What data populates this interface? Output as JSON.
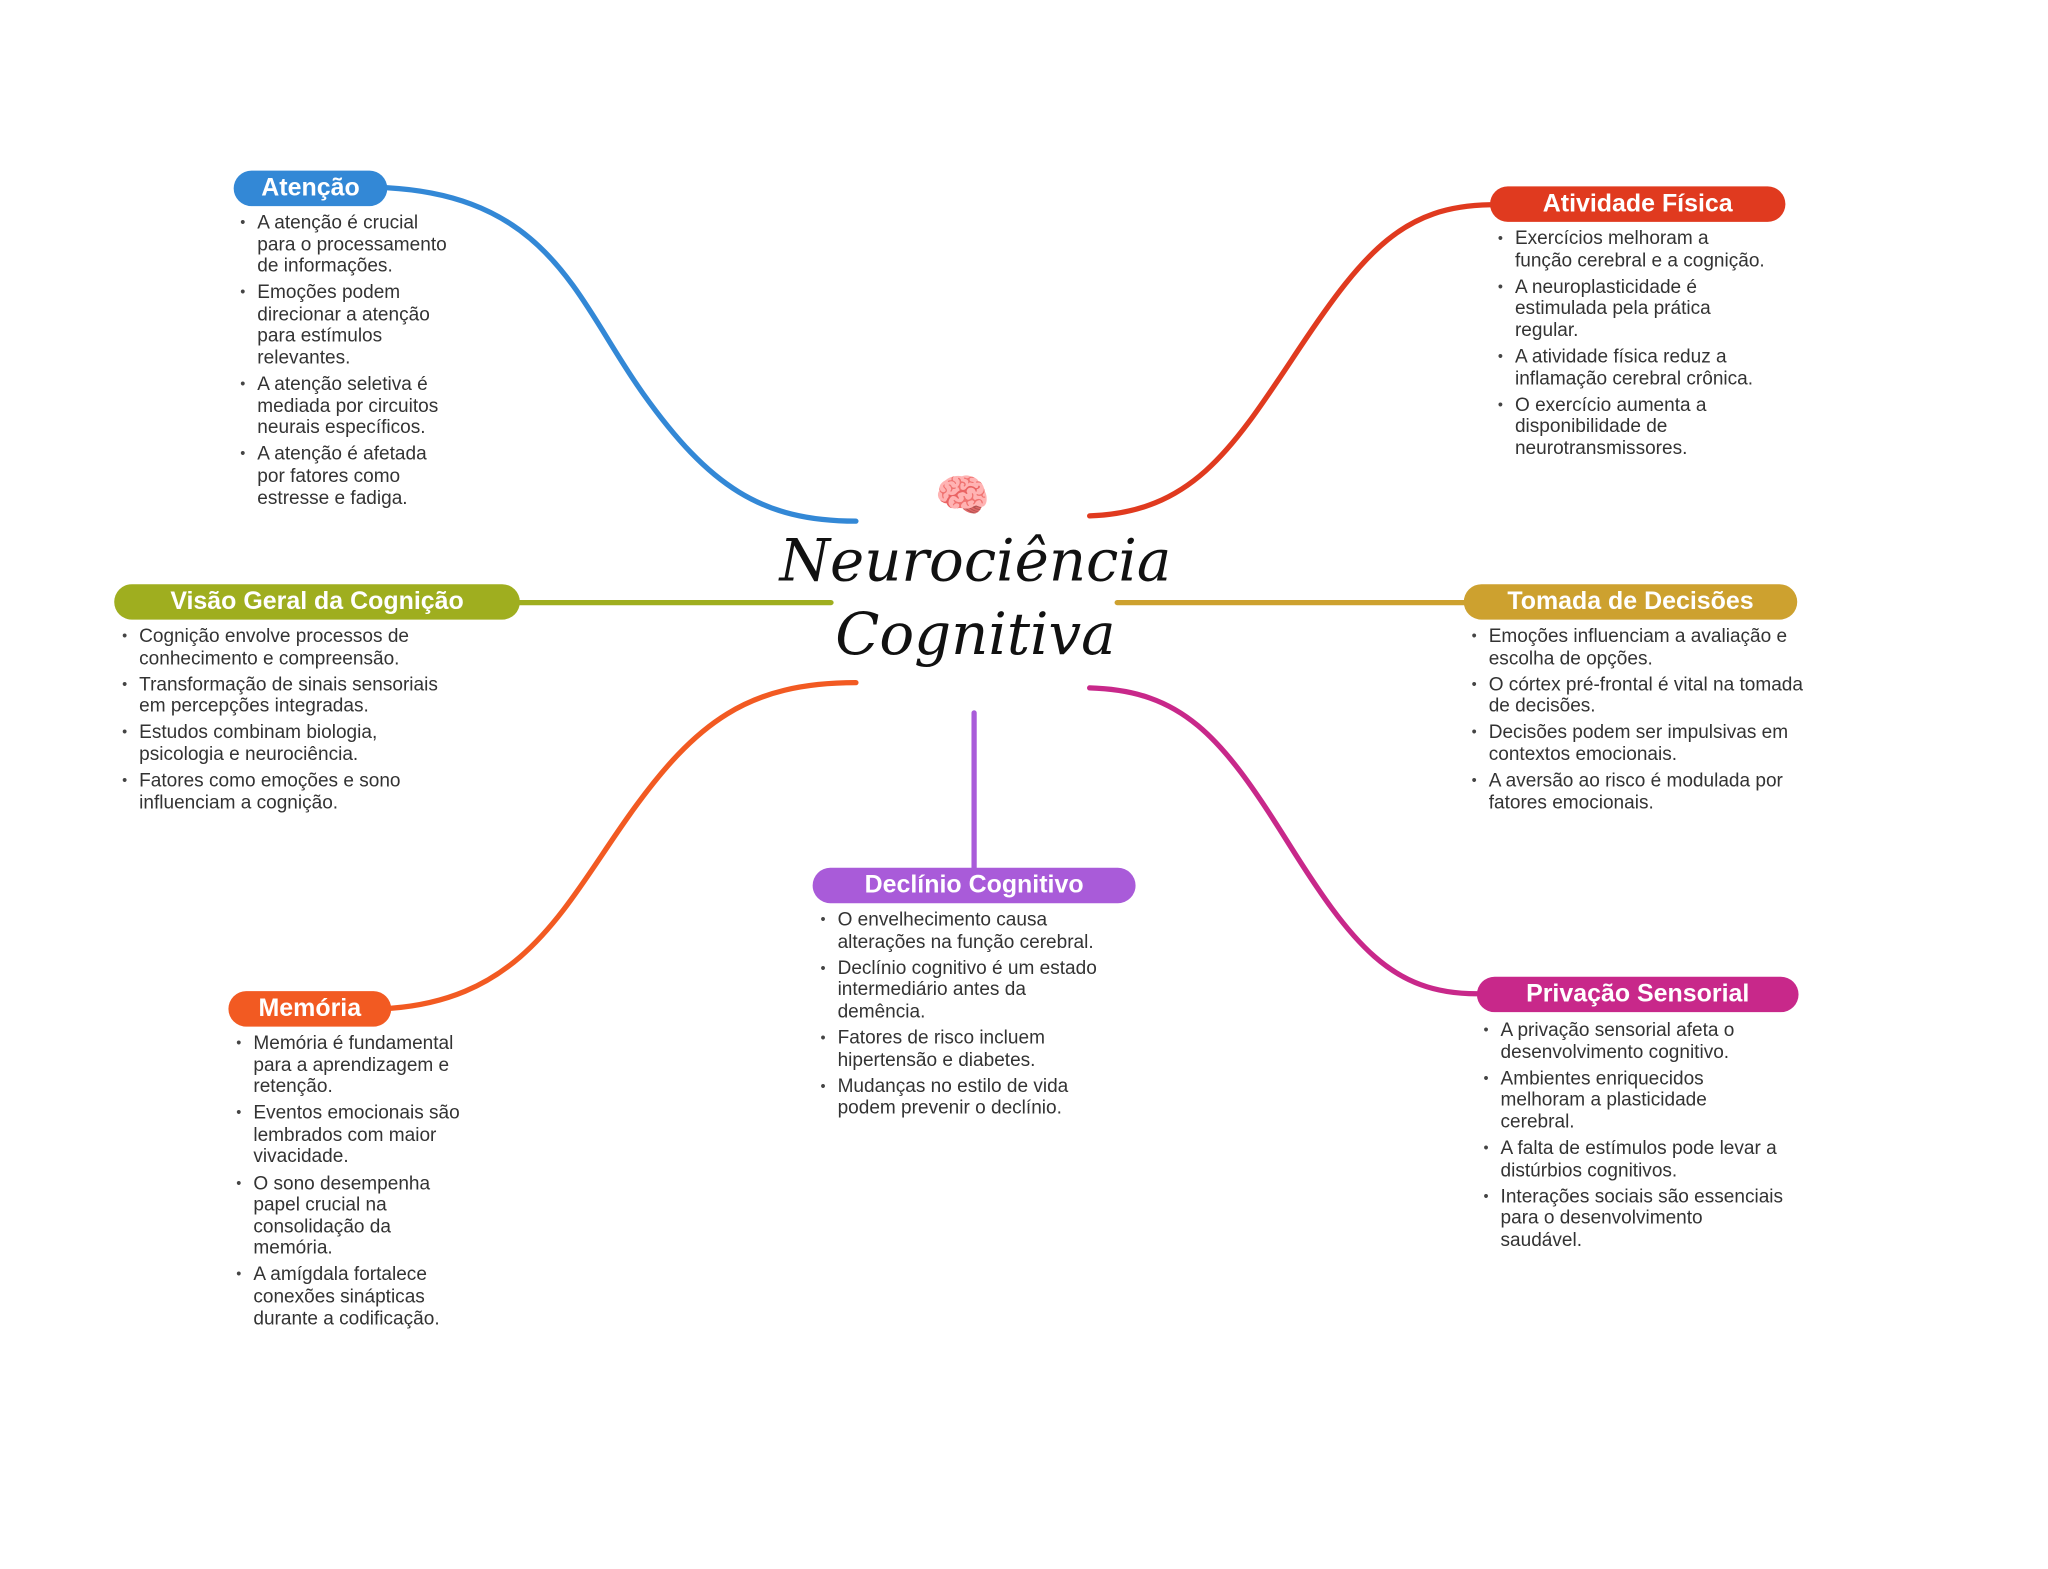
{
  "central": {
    "line1": "Neurociência",
    "line2": "Cognitiva",
    "icon": "brain-icon"
  },
  "colors": {
    "atencao": "#3388d6",
    "visao": "#9fae1f",
    "memoria": "#f25a22",
    "declinio": "#a95bd9",
    "privacao": "#c8288a",
    "tomada": "#cda12f",
    "atividade": "#e03a1f"
  },
  "branches": {
    "atencao": {
      "label": "Atenção",
      "items": [
        "A atenção é crucial para o processamento de informações.",
        "Emoções podem direcionar a atenção para estímulos relevantes.",
        "A atenção seletiva é mediada por circuitos neurais específicos.",
        "A atenção é afetada por fatores como estresse e fadiga."
      ]
    },
    "visao": {
      "label": "Visão Geral da Cognição",
      "items": [
        "Cognição envolve processos de conhecimento e compreensão.",
        "Transformação de sinais sensoriais em percepções integradas.",
        "Estudos combinam biologia, psicologia e neurociência.",
        "Fatores como emoções e sono influenciam a cognição."
      ]
    },
    "memoria": {
      "label": "Memória",
      "items": [
        "Memória é fundamental para a aprendizagem e retenção.",
        "Eventos emocionais são lembrados com maior vivacidade.",
        "O sono desempenha papel crucial na consolidação da memória.",
        "A amígdala fortalece conexões sinápticas durante a codificação."
      ]
    },
    "declinio": {
      "label": "Declínio Cognitivo",
      "items": [
        "O envelhecimento causa alterações na função cerebral.",
        "Declínio cognitivo é um estado intermediário antes da demência.",
        "Fatores de risco incluem hipertensão e diabetes.",
        "Mudanças no estilo de vida podem prevenir o declínio."
      ]
    },
    "privacao": {
      "label": "Privação Sensorial",
      "items": [
        "A privação sensorial afeta o desenvolvimento cognitivo.",
        "Ambientes enriquecidos melhoram a plasticidade cerebral.",
        "A falta de estímulos pode levar a distúrbios cognitivos.",
        "Interações sociais são essenciais para o desenvolvimento saudável."
      ]
    },
    "tomada": {
      "label": "Tomada de Decisões",
      "items": [
        "Emoções influenciam a avaliação e escolha de opções.",
        "O córtex pré-frontal é vital na tomada de decisões.",
        "Decisões podem ser impulsivas em contextos emocionais.",
        "A aversão ao risco é modulada por fatores emocionais."
      ]
    },
    "atividade": {
      "label": "Atividade Física",
      "items": [
        "Exercícios melhoram a função cerebral e a cognição.",
        "A neuroplasticidade é estimulada pela prática regular.",
        "A atividade física reduz a inflamação cerebral crônica.",
        "O exercício aumenta a disponibilidade de neurotransmissores."
      ]
    }
  }
}
